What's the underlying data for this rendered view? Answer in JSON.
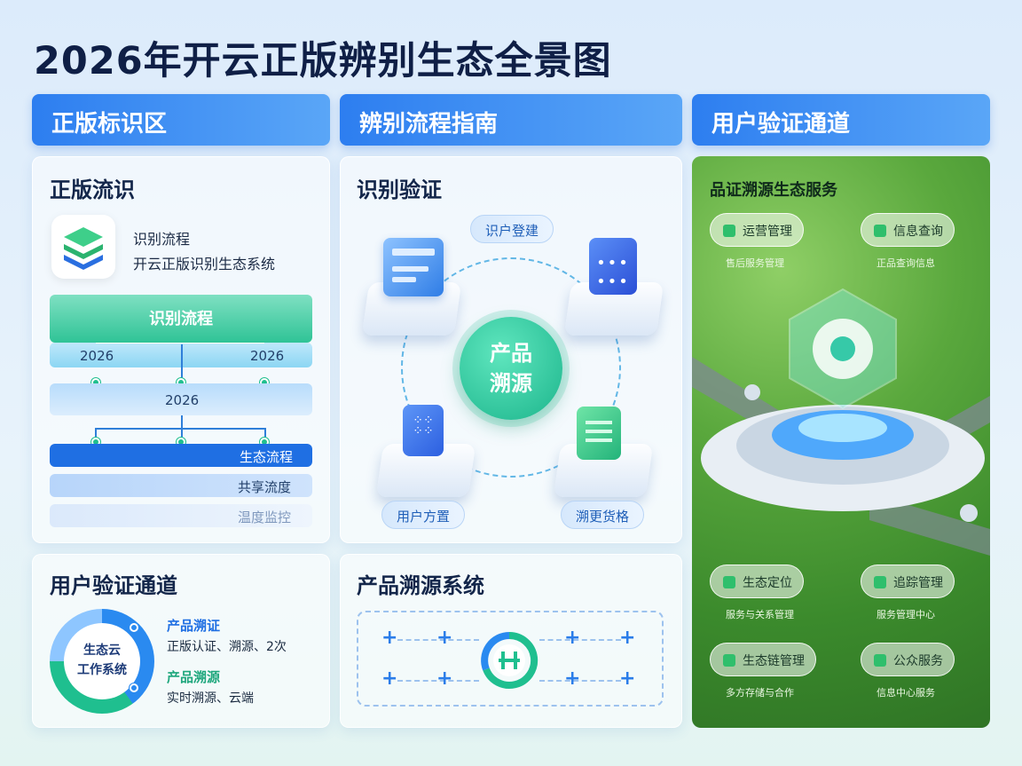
{
  "title": "2026年开云正版辨别生态全景图",
  "headers": [
    "正版标识区",
    "辨别流程指南",
    "用户验证通道"
  ],
  "left_top": {
    "title": "正版流识",
    "app_line1": "识别流程",
    "app_line2": "开云正版识别生态系统",
    "flow_title": "识别流程",
    "year_left": "2026",
    "year_right": "2026",
    "year_mid": "2026",
    "row1": "生态流程",
    "row2": "共享流度",
    "row3": "温度监控"
  },
  "middle_top": {
    "title": "识别验证",
    "pill_top": "识户登建",
    "center_label": "产品溯源",
    "pill_bl": "用户方置",
    "pill_br": "溯更货格"
  },
  "right": {
    "title": "品证溯源生态服务",
    "pills": [
      {
        "label": "运营管理",
        "sub": "售后服务管理",
        "icon_color": "#2fbf6c"
      },
      {
        "label": "信息查询",
        "sub": "正品查询信息",
        "icon_color": "#2fbf6c"
      },
      {
        "label": "生态定位",
        "sub": "服务与关系管理",
        "icon_color": "#2fbf6c"
      },
      {
        "label": "追踪管理",
        "sub": "服务管理中心",
        "icon_color": "#2fbf6c"
      },
      {
        "label": "生态链管理",
        "sub": "多方存储与合作",
        "icon_color": "#2fbf6c"
      },
      {
        "label": "公众服务",
        "sub": "信息中心服务",
        "icon_color": "#2fbf6c"
      }
    ]
  },
  "left_bottom": {
    "title": "用户验证通道",
    "donut_label": "生态云\n工作系统",
    "legend1_title": "产品溯证",
    "legend1_text": "正版认证、溯源、2次",
    "legend2_title": "产品溯源",
    "legend2_text": "实时溯源、云端"
  },
  "middle_bottom": {
    "title": "产品溯源系统"
  },
  "colors": {
    "accent": "#2d7ef0",
    "green": "#1fbf8f"
  }
}
